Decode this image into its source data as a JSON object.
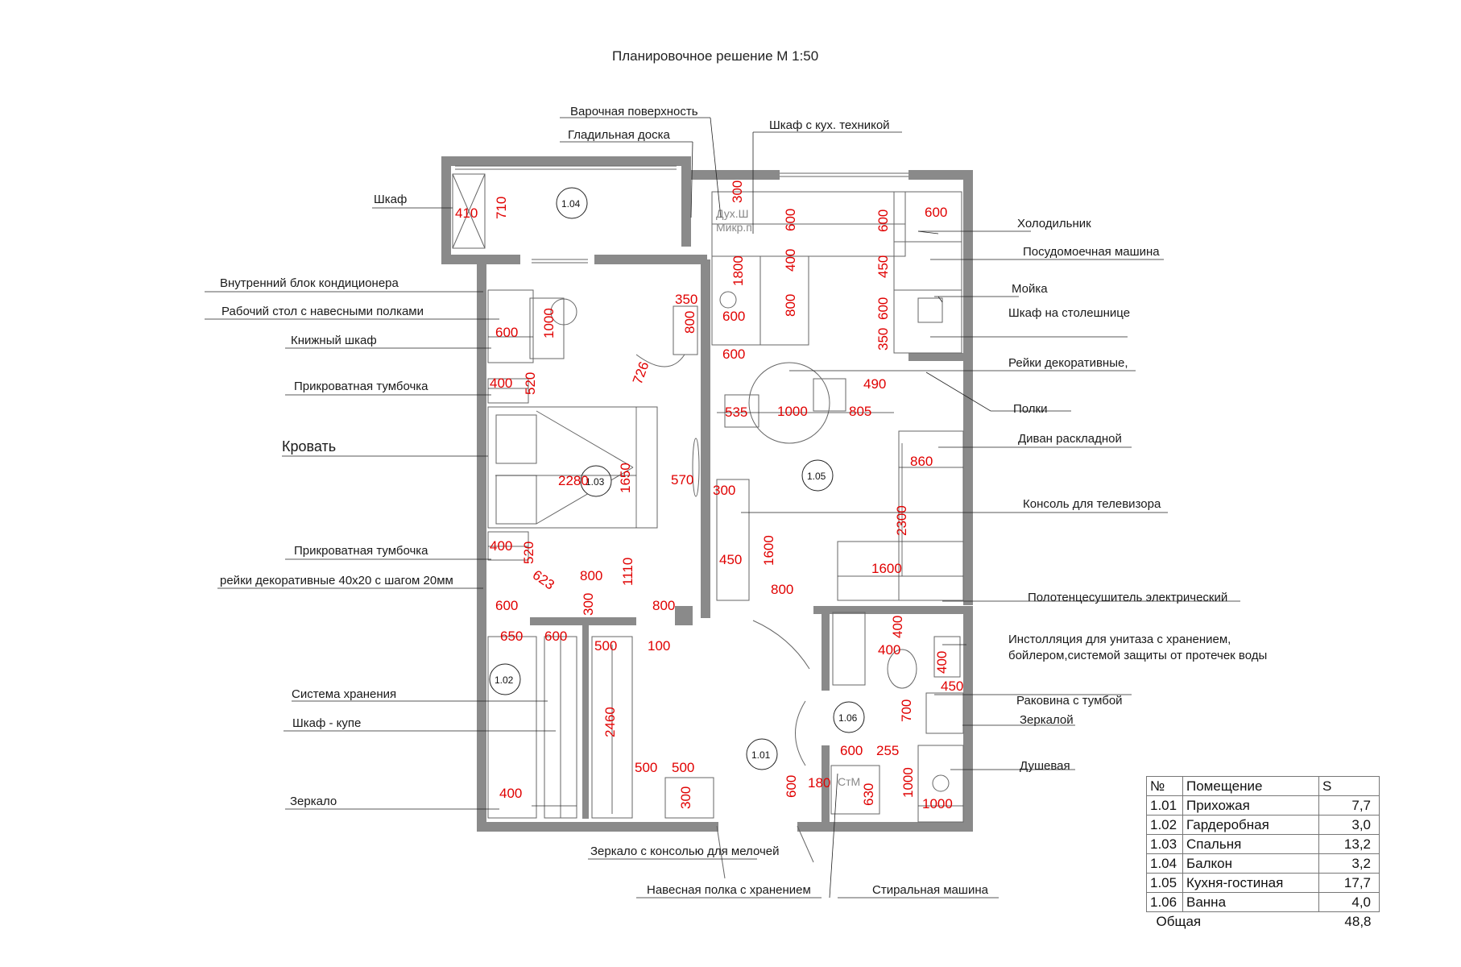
{
  "title": "Планировочное решение М 1:50",
  "labels": {
    "cooktop": "Варочная поверхность",
    "ironing_board": "Гладильная доска",
    "appliance_cabinet": "Шкаф с кух. техникой",
    "wardrobe": "Шкаф",
    "ac_indoor_unit": "Внутренний блок кондиционера",
    "desk_with_shelves": "Рабочий стол с навесными полками",
    "bookcase": "Книжный шкаф",
    "nightstand_top": "Прикроватная тумбочка",
    "bed": "Кровать",
    "nightstand_bottom": "Прикроватная тумбочка",
    "slats_40x20": "рейки декоративные 40х20 с шагом 20мм",
    "storage_system": "Система хранения",
    "sliding_wardrobe": "Шкаф - купе",
    "mirror": "Зеркало",
    "mirror_console": "Зеркало с консолью для мелочей",
    "hanging_shelf": "Навесная полка с хранением",
    "washing_machine": "Стиральная машина",
    "fridge": "Холодильник",
    "dishwasher": "Посудомоечная машина",
    "sink": "Мойка",
    "countertop_cabinet": "Шкаф на столешнице",
    "decorative_slats": "Рейки декоративные,",
    "shelves": "Полки",
    "sofa_bed": "Диван раскладной",
    "tv_console": "Консоль для телевизора",
    "towel_dryer": "Полотенцесушитель электрический",
    "toilet_installation_l1": "Инстолляция для унитаза с хранением,",
    "toilet_installation_l2": "бойлером,системой защиты от протечек воды",
    "basin_with_cabinet": "Раковина с тумбой",
    "with_mirror": "Зеркалой",
    "shower": "Душевая"
  },
  "equipment": {
    "oven_line1": "Дух.Ш",
    "oven_line2": "Микр.п",
    "washer_code": "СтМ"
  },
  "rooms": {
    "r101": "1.01",
    "r102": "1.02",
    "r103": "1.03",
    "r104": "1.04",
    "r105": "1.05",
    "r106": "1.06"
  },
  "dims": {
    "d410": "410",
    "d710": "710",
    "d600_desk": "600",
    "d1000_desk": "1000",
    "d350_k": "350",
    "d800_k": "800",
    "d400_ns1": "400",
    "d520_ns1": "520",
    "d726": "726",
    "d2280": "2280",
    "d1650": "1650",
    "d570": "570",
    "d400_ns2": "400",
    "d520_ns2": "520",
    "d623": "623",
    "d800_b": "800",
    "d1110": "1110",
    "d300_b": "300",
    "d600_b": "600",
    "d800_door": "800",
    "d650": "650",
    "d600_c": "600",
    "d500_c": "500",
    "d100": "100",
    "d2460": "2460",
    "d500_h1": "500",
    "d500_h2": "500",
    "d300_h": "300",
    "d400_m": "400",
    "d300_top": "300",
    "d600_t1": "600",
    "d400_t": "400",
    "d800_t": "800",
    "d1800": "1800",
    "d600_k1": "600",
    "d600_k2": "600",
    "d600_r1": "600",
    "d450_r": "450",
    "d600_r2": "600",
    "d350_r": "350",
    "d600_fr": "600",
    "d490": "490",
    "d535": "535",
    "d1000_t": "1000",
    "d805": "805",
    "d860": "860",
    "d2300": "2300",
    "d300_tv": "300",
    "d1600_tv": "1600",
    "d450_tv": "450",
    "d1600_sofa": "1600",
    "d800_lr": "800",
    "d400_w": "400",
    "d400_w2": "400",
    "d400_w3": "400",
    "d450_w": "450",
    "d700_w": "700",
    "d600_s": "600",
    "d255": "255",
    "d180": "180",
    "d630": "630",
    "d600_s2": "600",
    "d1000_sh1": "1000",
    "d1000_sh2": "1000"
  },
  "legend": {
    "headers": [
      "№",
      "Помещение",
      "S"
    ],
    "rows": [
      {
        "num": "1.01",
        "name": "Прихожая",
        "area": "7,7"
      },
      {
        "num": "1.02",
        "name": "Гардеробная",
        "area": "3,0"
      },
      {
        "num": "1.03",
        "name": "Спальня",
        "area": "13,2"
      },
      {
        "num": "1.04",
        "name": "Балкон",
        "area": "3,2"
      },
      {
        "num": "1.05",
        "name": "Кухня-гостиная",
        "area": "17,7"
      },
      {
        "num": "1.06",
        "name": "Ванна",
        "area": "4,0"
      }
    ],
    "total_label": "Общая",
    "total_value": "48,8"
  }
}
